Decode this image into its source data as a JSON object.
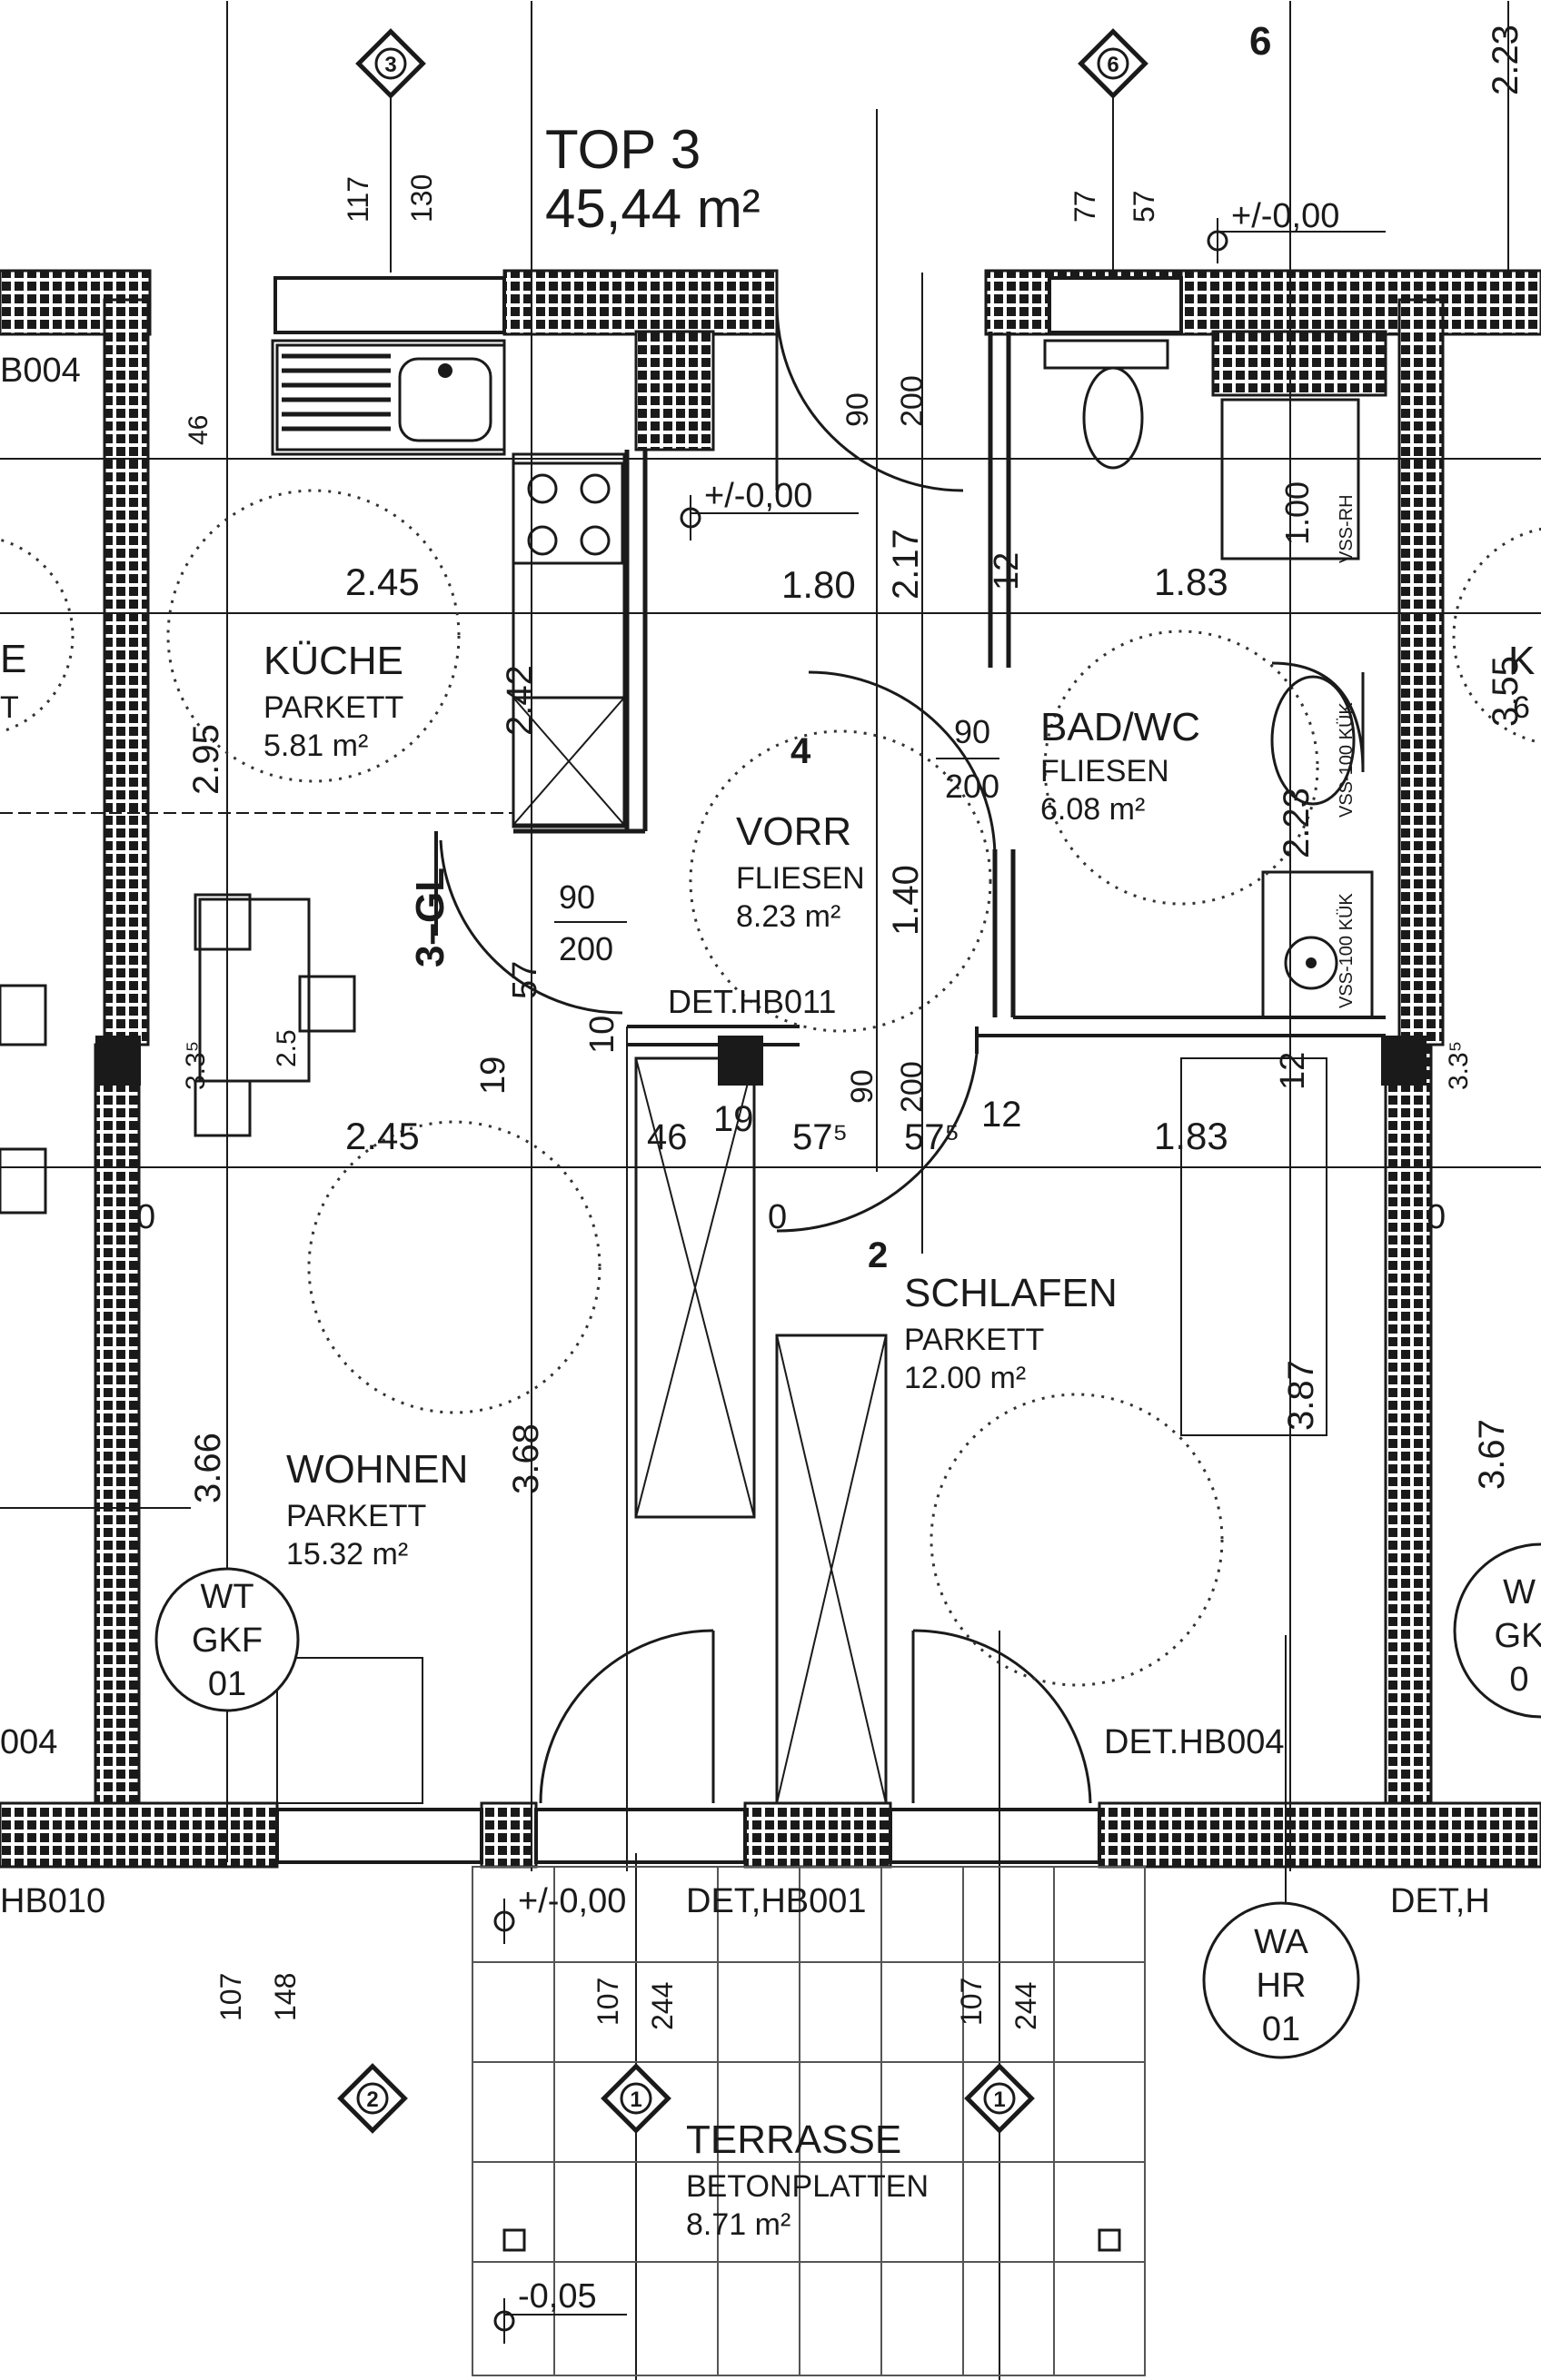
{
  "unit": {
    "title": "TOP 3",
    "area": "45,44 m²"
  },
  "rooms": [
    {
      "id": "kueche",
      "name": "KÜCHE",
      "floor": "PARKETT",
      "area": "5.81 m²"
    },
    {
      "id": "vorr",
      "name": "VORR",
      "floor": "FLIESEN",
      "area": "8.23 m²"
    },
    {
      "id": "bad",
      "name": "BAD/WC",
      "floor": "FLIESEN",
      "area": "6.08 m²"
    },
    {
      "id": "wohnen",
      "name": "WOHNEN",
      "floor": "PARKETT",
      "area": "15.32 m²"
    },
    {
      "id": "schlafen",
      "name": "SCHLAFEN",
      "floor": "PARKETT",
      "area": "12.00 m²"
    },
    {
      "id": "terrasse",
      "name": "TERRASSE",
      "floor": "BETONPLATTEN",
      "area": "8.71 m²"
    }
  ],
  "dimensions": {
    "top_left_a": "117",
    "top_left_b": "130",
    "top_right_a": "77",
    "top_right_b": "57",
    "door_90": "90",
    "door_200": "200",
    "kueche_width": "2.45",
    "kueche_height": "2.95",
    "vorr_width": "1.80",
    "vorr_height": "2.17",
    "bad_width": "1.83",
    "bad_height": "2.23",
    "kitchen_counter": "2.42",
    "kitchen_small": "46",
    "vorr_len": "1.40",
    "shower_100": "1.00",
    "wohnen_width": "2.45",
    "wohnen_height": "3.68",
    "wohnen_inner": "3.66",
    "schlafen_width": "1.83",
    "schlafen_height": "3.87",
    "right_outer": "3.67",
    "d19": "19",
    "d10": "10",
    "d57": "57",
    "d46": "46",
    "d19b": "19",
    "d575a": "57⁵",
    "d575b": "57⁵",
    "d12": "12",
    "d12b": "12",
    "d12c": "12",
    "d335": "3.3⁵",
    "d25": "2.5",
    "d0a": "0",
    "d0b": "0",
    "d0c": "0",
    "d335r": "3.3⁵",
    "right_top": "2.23",
    "right_mid": "3.55",
    "bottom_left_a": "107",
    "bottom_left_b": "148",
    "bottom_mid_a": "107",
    "bottom_mid_b": "244",
    "bottom_right_a": "107",
    "bottom_right_b": "244"
  },
  "levels": {
    "top_right": "+/-0,00",
    "vorr": "+/-0,00",
    "terrace_entry": "+/-0,00",
    "terrace_low": "-0,05"
  },
  "details": {
    "hb004_tl": "B004",
    "hb004_bl": "004",
    "hb010": "HB010",
    "hb011": "DET.HB011",
    "hb001": "DET,HB001",
    "hb004_br": "DET.HB004",
    "det_right": "DET,H"
  },
  "labels": {
    "label_3gl": "3–GL",
    "num_4": "4",
    "num_2": "2",
    "num_6": "6",
    "vss_rh": "VSS-RH",
    "vss_100": "VSS-100 KÜK",
    "vss_100b": "VSS-100 KÜK",
    "left_e": "E",
    "left_t": "T",
    "right_k": "K",
    "right_6": "6"
  },
  "markers": {
    "axis_top_left": "3",
    "axis_top_right": "6",
    "axis_bottom_left": "2",
    "axis_bottom_mid": "1",
    "axis_bottom_right": "1"
  },
  "tags": {
    "wt": [
      "WT",
      "GKF",
      "01"
    ],
    "wa": [
      "WA",
      "HR",
      "01"
    ],
    "wt_right": [
      "W",
      "GK",
      "0"
    ]
  }
}
